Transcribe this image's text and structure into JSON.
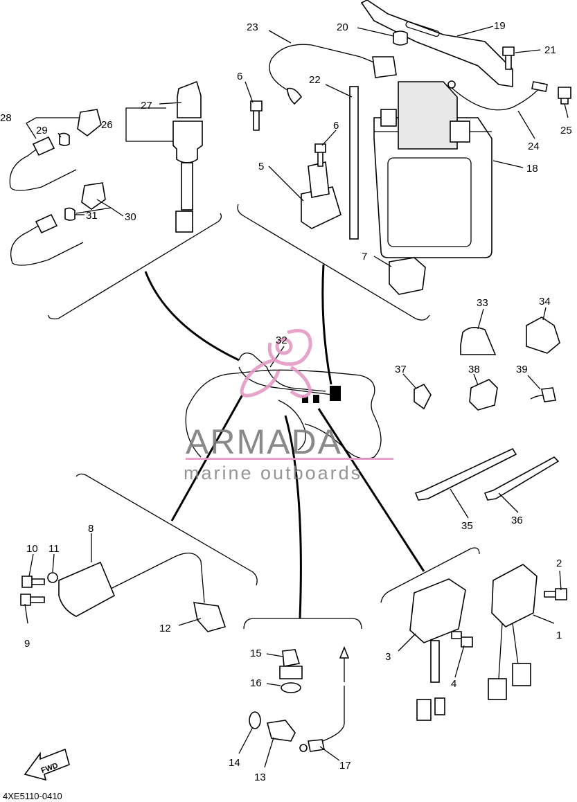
{
  "diagram_code": "4XE5110-0410",
  "fwd_label": "FWD",
  "watermark": {
    "brand": "ARMADA",
    "tagline": "marine outboards"
  },
  "callouts": {
    "n1": "1",
    "n2": "2",
    "n3": "3",
    "n4": "4",
    "n5": "5",
    "n6a": "6",
    "n6b": "6",
    "n7": "7",
    "n8": "8",
    "n9": "9",
    "n10": "10",
    "n11": "11",
    "n12": "12",
    "n13": "13",
    "n14": "14",
    "n15": "15",
    "n16": "16",
    "n17": "17",
    "n18": "18",
    "n19": "19",
    "n20": "20",
    "n21": "21",
    "n22": "22",
    "n23": "23",
    "n24": "24",
    "n25": "25",
    "n26": "26",
    "n27": "27",
    "n28": "28",
    "n29": "29",
    "n30": "30",
    "n31": "31",
    "n32": "32",
    "n33": "33",
    "n34": "34",
    "n35": "35",
    "n36": "36",
    "n37": "37",
    "n38": "38",
    "n39": "39"
  },
  "colors": {
    "line": "#000000",
    "watermark_text": "#7d7d7d",
    "watermark_logo": "#e59bc4"
  }
}
